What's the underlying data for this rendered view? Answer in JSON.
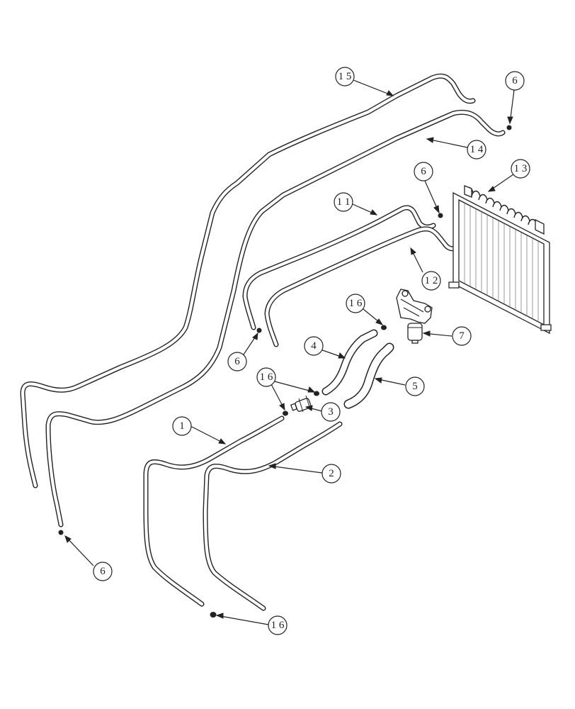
{
  "callouts": {
    "c1": "1",
    "c2": "2",
    "c3": "3",
    "c4": "4",
    "c5": "5",
    "c6a": "6",
    "c6b": "6",
    "c6c": "6",
    "c6d": "6",
    "c7": "7",
    "c11": "1 1",
    "c12": "1 2",
    "c13": "1 3",
    "c14": "1 4",
    "c15": "1 5",
    "c16a": "1 6",
    "c16b": "1 6",
    "c16c": "1 6"
  },
  "colors": {
    "line": "#222222",
    "background": "#ffffff"
  }
}
